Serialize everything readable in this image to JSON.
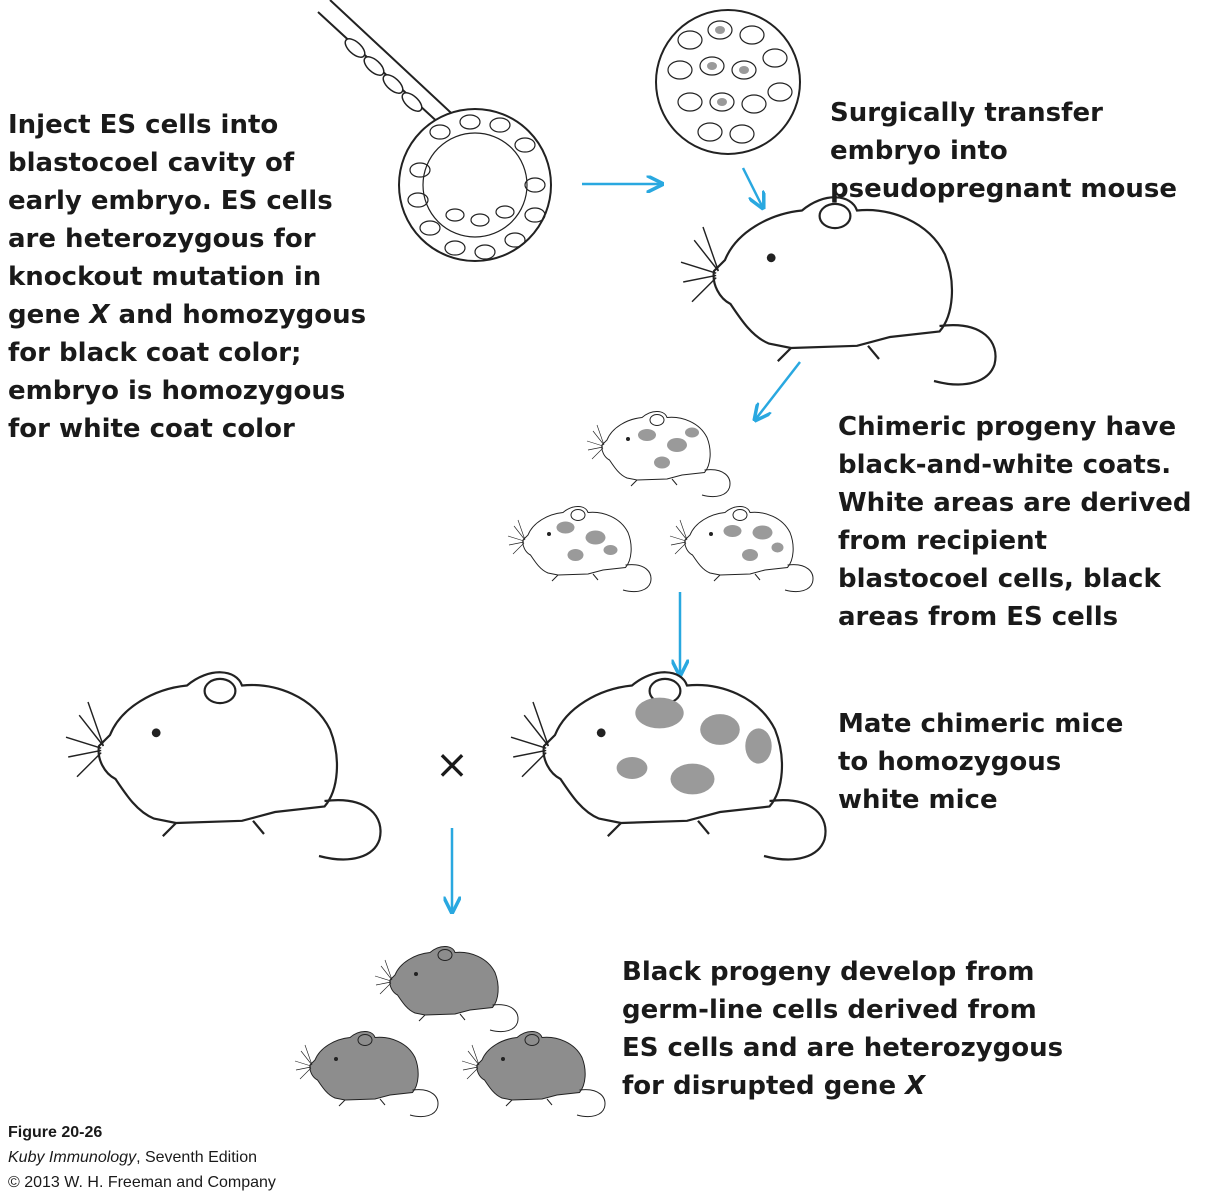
{
  "steps": [
    {
      "lines": [
        "Inject ES cells into",
        "blastocoel cavity of",
        "early embryo. ES cells",
        "are heterozygous for",
        "knockout mutation in"
      ],
      "gene_line_prefix": "gene ",
      "gene_letter": "X",
      "gene_line_suffix": " and homozygous",
      "tail_lines": [
        "for black coat color;",
        "embryo is homozygous",
        "for white coat color"
      ]
    },
    {
      "text": "Surgically transfer\nembryo into\npseudopregnant mouse"
    },
    {
      "text": "Chimeric progeny have\nblack-and-white coats.\nWhite areas are derived\nfrom recipient\nblastocoel cells, black\nareas from ES cells"
    },
    {
      "text": "Mate chimeric mice\nto homozygous\nwhite mice"
    },
    {
      "lines": [
        "Black progeny develop from",
        "germ-line cells derived from",
        "ES cells and are heterozygous"
      ],
      "last_prefix": "for disrupted gene ",
      "gene_letter": "X"
    }
  ],
  "cross_symbol": "×",
  "figure": {
    "number": "Figure 20-26",
    "book_title": "Kuby Immunology",
    "edition": ", Seventh Edition",
    "copyright": "© 2013 W. H. Freeman and Company"
  },
  "colors": {
    "arrow": "#29a8e0",
    "patch": "#9a9a9a",
    "black_mouse": "#8d8d8d",
    "outline": "#222222",
    "text": "#1a1a1a"
  }
}
